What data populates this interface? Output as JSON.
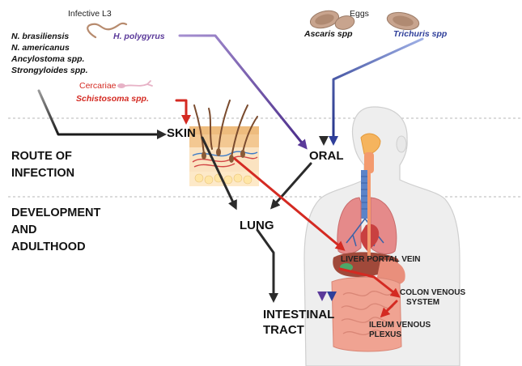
{
  "labels": {
    "infective_l3": "Infective L3",
    "eggs": "Eggs",
    "cercariae": "Cercariae"
  },
  "species": {
    "l3_group": [
      "N. brasiliensis",
      "N. americanus",
      "Ancylostoma spp.",
      "Strongyloides spp."
    ],
    "h_polygyrus": "H. polygyrus",
    "ascaris": "Ascaris spp",
    "trichuris": "Trichuris spp",
    "schistosoma": "Schistosoma spp."
  },
  "stages": {
    "skin": "SKIN",
    "oral": "ORAL",
    "lung": "LUNG",
    "intestinal_tract": [
      "INTESTINAL",
      "TRACT"
    ]
  },
  "sections": {
    "route_of_infection": [
      "ROUTE OF",
      "INFECTION"
    ],
    "development": [
      "DEVELOPMENT",
      "AND",
      "ADULTHOOD"
    ]
  },
  "organs": {
    "liver_portal_vein": "LIVER PORTAL VEIN",
    "colon_venous": [
      "COLON VENOUS",
      "SYSTEM"
    ],
    "ileum_venous": [
      "ILEUM VENOUS",
      "PLEXUS"
    ]
  },
  "colors": {
    "black_path": "#2b2b2b",
    "purple_path": "#5b3a9a",
    "blue_path": "#2f3f9a",
    "red_path": "#d42a22",
    "h_polygyrus_text": "#5b3a9a",
    "trichuris_text": "#2f3f9a",
    "schistosoma_text": "#d42a22"
  }
}
